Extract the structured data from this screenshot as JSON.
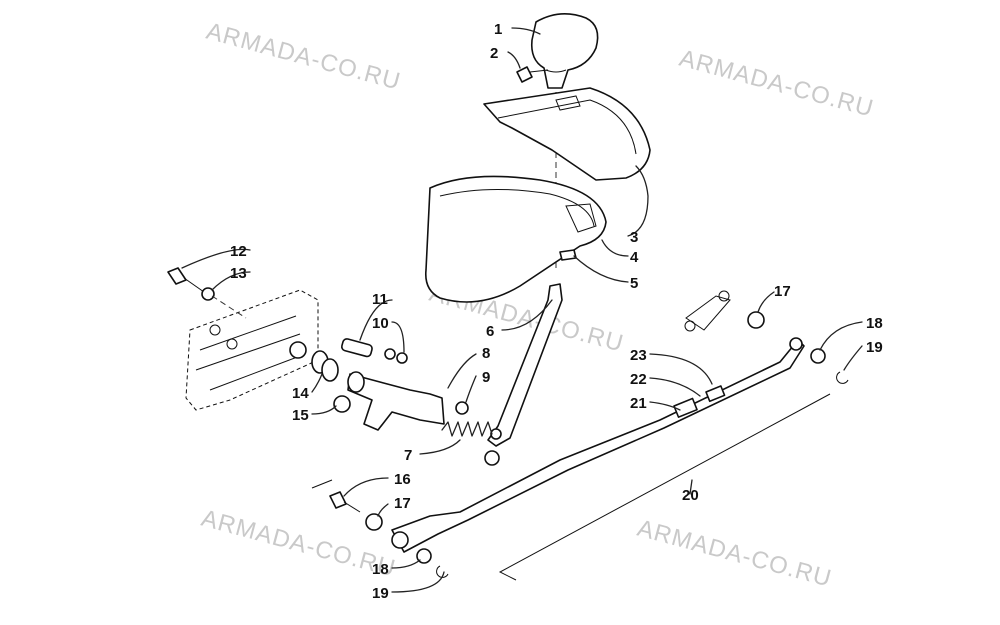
{
  "watermark": "ARMADA-CO.RU",
  "callouts": [
    {
      "id": "c1",
      "num": "1"
    },
    {
      "id": "c2",
      "num": "2"
    },
    {
      "id": "c3",
      "num": "3"
    },
    {
      "id": "c4",
      "num": "4"
    },
    {
      "id": "c5",
      "num": "5"
    },
    {
      "id": "c6",
      "num": "6"
    },
    {
      "id": "c7",
      "num": "7"
    },
    {
      "id": "c8",
      "num": "8"
    },
    {
      "id": "c9",
      "num": "9"
    },
    {
      "id": "c10",
      "num": "10"
    },
    {
      "id": "c11",
      "num": "11"
    },
    {
      "id": "c12",
      "num": "12"
    },
    {
      "id": "c13",
      "num": "13"
    },
    {
      "id": "c14",
      "num": "14"
    },
    {
      "id": "c15",
      "num": "15"
    },
    {
      "id": "c16",
      "num": "16"
    },
    {
      "id": "c17a",
      "num": "17"
    },
    {
      "id": "c17b",
      "num": "17"
    },
    {
      "id": "c18a",
      "num": "18"
    },
    {
      "id": "c18b",
      "num": "18"
    },
    {
      "id": "c19a",
      "num": "19"
    },
    {
      "id": "c19b",
      "num": "19"
    },
    {
      "id": "c20",
      "num": "20"
    },
    {
      "id": "c21",
      "num": "21"
    },
    {
      "id": "c22",
      "num": "22"
    },
    {
      "id": "c23",
      "num": "23"
    }
  ]
}
